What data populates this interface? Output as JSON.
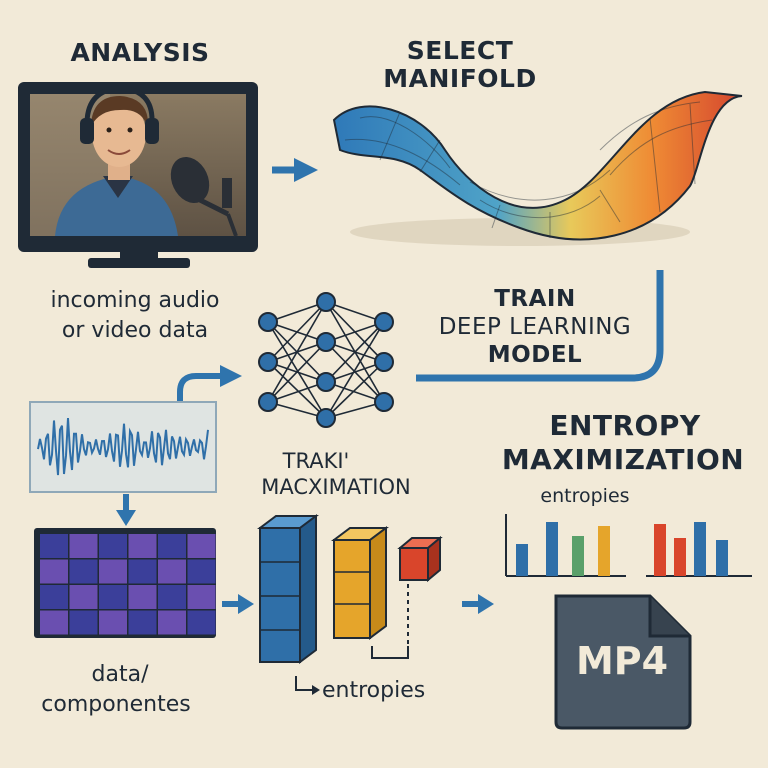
{
  "analysis": {
    "title": "ANALYSIS",
    "caption_line1": "incoming audio",
    "caption_line2": "or video data"
  },
  "manifold": {
    "title_line1": "SELECT",
    "title_line2": "MANIFOLD"
  },
  "train": {
    "line1": "TRAIN",
    "line2": "DEEP LEARNING",
    "line3": "MODEL"
  },
  "tracking": {
    "line1": "TRAKI'",
    "line2": "MACXIMATION"
  },
  "entropy": {
    "title_line1": "ENTROPY",
    "title_line2": "MAXIMIZATION",
    "chart_label": "entropies"
  },
  "data_components": {
    "line1": "data/",
    "line2": "componentes"
  },
  "stack": {
    "label": "entropies"
  },
  "output": {
    "format": "MP4"
  },
  "colors": {
    "arrow": "#2f74ad",
    "ink": "#1f2a36",
    "background": "#f2ead8",
    "grid_dark": "#3b3f9a",
    "grid_light": "#6a4fb0",
    "block_blue": "#2f6fa8",
    "block_yellow": "#e5a52b",
    "block_red": "#d9452b",
    "file_gray": "#4a5866"
  }
}
